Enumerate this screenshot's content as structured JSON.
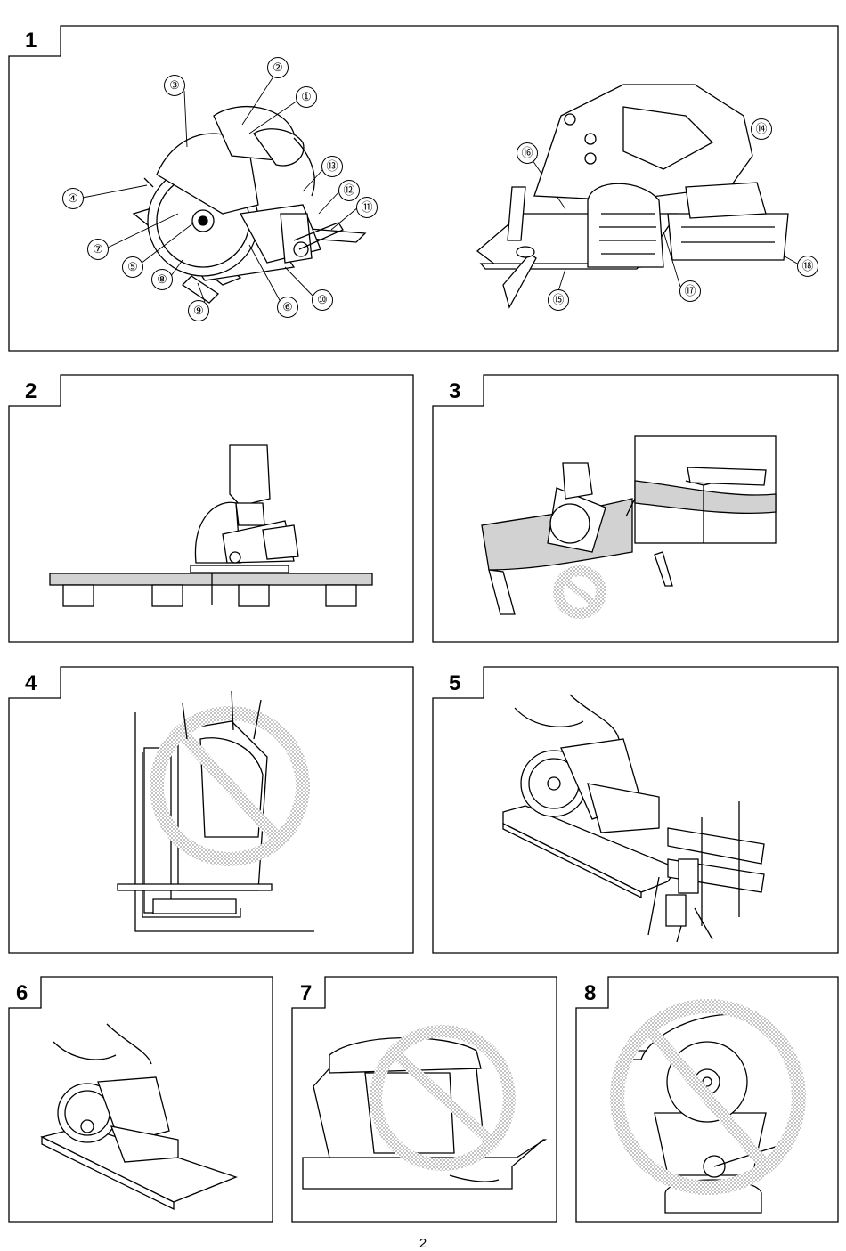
{
  "figures": [
    {
      "number": "1"
    },
    {
      "number": "2"
    },
    {
      "number": "3"
    },
    {
      "number": "4"
    },
    {
      "number": "5"
    },
    {
      "number": "6"
    },
    {
      "number": "7"
    },
    {
      "number": "8"
    }
  ],
  "callouts": [
    "①",
    "②",
    "③",
    "④",
    "⑤",
    "⑥",
    "⑦",
    "⑧",
    "⑨",
    "⑩",
    "⑪",
    "⑫",
    "⑬",
    "⑭",
    "⑮",
    "⑯",
    "⑰",
    "⑱"
  ],
  "page_number": "2",
  "colors": {
    "line": "#000000",
    "hatch": "#bdbdbd",
    "board": "#d2d2d2"
  }
}
